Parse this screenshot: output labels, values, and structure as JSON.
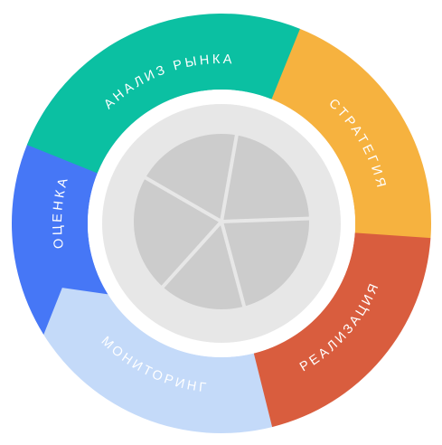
{
  "cycle": {
    "segments": [
      {
        "label": "АНАЛИЗ РЫНКА",
        "color": "#0bc0a2",
        "text_color": "#ffffff"
      },
      {
        "label": "СТРАТЕГИЯ",
        "color": "#f6b23f",
        "text_color": "#ffffff"
      },
      {
        "label": "РЕАЛИЗАЦИЯ",
        "color": "#d95d3e",
        "text_color": "#ffffff"
      },
      {
        "label": "МОНИТОРИНГ",
        "color": "#c4daf9",
        "text_color": "#ffffff"
      },
      {
        "label": "ОЦЕНКА",
        "color": "#4677f6",
        "text_color": "#ffffff"
      }
    ],
    "hub": {
      "ring_color": "#e7e7e7",
      "pie_color": "#cccccc",
      "divider_color": "#e7e7e7",
      "slices": 5
    }
  }
}
